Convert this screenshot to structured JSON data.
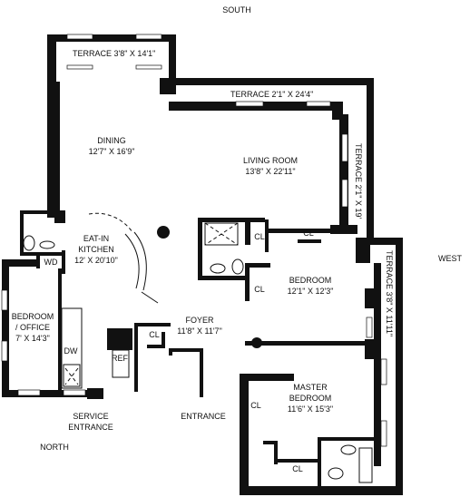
{
  "compass": {
    "south": "SOUTH",
    "north": "NORTH",
    "west": "WEST"
  },
  "rooms": {
    "terrace_top": {
      "label": "TERRACE  3'8\" X 14'1\""
    },
    "terrace_long": {
      "label": "TERRACE 2'1\" X 24'4\""
    },
    "terrace_side": {
      "label": "TERRACE  2'1\" X 19'"
    },
    "terrace_west": {
      "label": "TERRACE 3'8\" X 11'11\""
    },
    "dining": {
      "name": "DINING",
      "dims": "12'7\" X 16'9\""
    },
    "living_room": {
      "name": "LIVING ROOM",
      "dims": "13'8\" X 22'11\""
    },
    "eat_in_kitchen": {
      "name1": "EAT-IN",
      "name2": "KITCHEN",
      "dims": "12' X 20'10\""
    },
    "bedroom": {
      "name": "BEDROOM",
      "dims": "12'1\" X 12'3\""
    },
    "bedroom_office": {
      "name1": "BEDROOM",
      "name2": "/ OFFICE",
      "dims": "7' X 14'3\""
    },
    "foyer": {
      "name": "FOYER",
      "dims": "11'8\" X 11'7\""
    },
    "master_bedroom": {
      "name1": "MASTER",
      "name2": "BEDROOM",
      "dims": "11'6\" X 15'3\""
    }
  },
  "labels": {
    "wd": "WD",
    "dw": "DW",
    "ref": "REF",
    "closet": "CL",
    "service_entrance_1": "SERVICE",
    "service_entrance_2": "ENTRANCE",
    "entrance": "ENTRANCE"
  }
}
